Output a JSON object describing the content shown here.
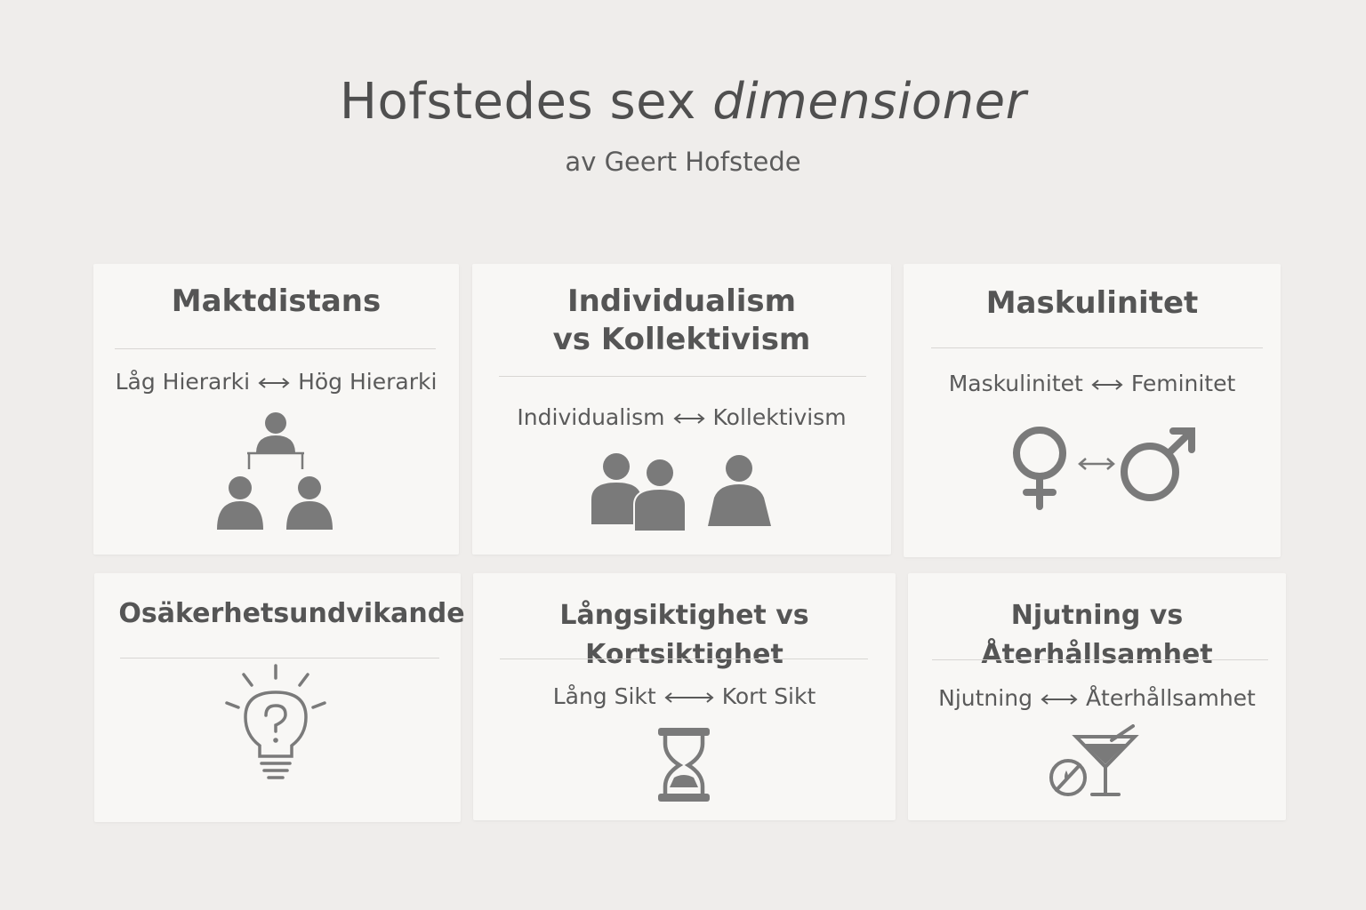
{
  "header": {
    "title_main": "Hofstedes sex",
    "title_italic": "dimensioner",
    "subtitle": "av Geert Hofstede"
  },
  "cards": [
    {
      "title_line1": "Maktdistans",
      "scale_left": "Låg Hierarki",
      "scale_right": "Hög Hierarki",
      "icon": "hierarchy-icon"
    },
    {
      "title_line1": "Individualism",
      "title_line2": "vs Kollektivism",
      "scale_left": "Individualism",
      "scale_right": "Kollektivism",
      "icon": "people-group-icon"
    },
    {
      "title_line1": "Maskulinitet",
      "scale_left": "Maskulinitet",
      "scale_right": "Feminitet",
      "icon": "gender-symbols-icon"
    },
    {
      "title_line1": "Osäkerhetsundvikande",
      "icon": "lightbulb-question-icon"
    },
    {
      "title_line1": "Långsiktighet vs Kortsiktighet",
      "scale_left": "Lång Sikt",
      "scale_right": "Kort Sikt",
      "icon": "hourglass-icon"
    },
    {
      "title_line1": "Njutning vs Återhållsamhet",
      "scale_left": "Njutning",
      "scale_right": "Återhållsamhet",
      "icon": "cocktail-restraint-icon"
    }
  ],
  "colors": {
    "background": "#efedeb",
    "card": "#f8f7f5",
    "icon": "#7a7a7a",
    "text": "#555555"
  }
}
